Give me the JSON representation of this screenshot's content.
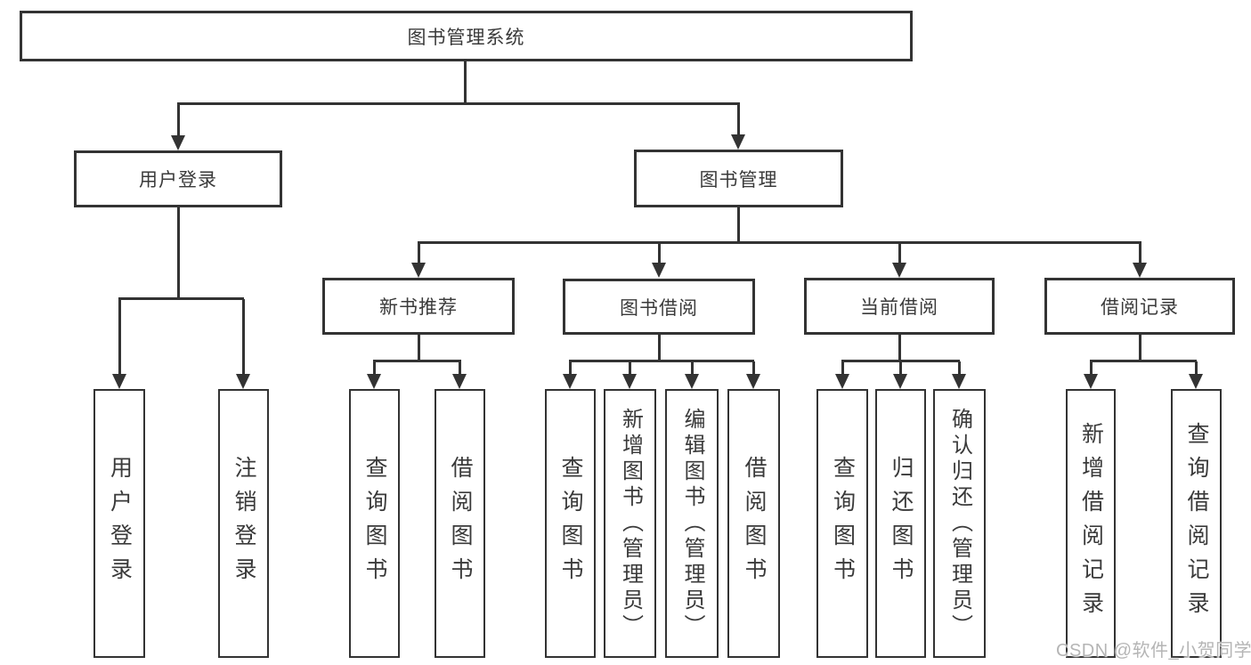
{
  "diagram": {
    "root": {
      "label": "图书管理系统"
    },
    "level2": [
      {
        "id": "user-login",
        "label": "用户登录"
      },
      {
        "id": "book-management",
        "label": "图书管理"
      }
    ],
    "level3": [
      {
        "id": "new-book-recommend",
        "label": "新书推荐"
      },
      {
        "id": "book-borrow",
        "label": "图书借阅"
      },
      {
        "id": "current-borrow",
        "label": "当前借阅"
      },
      {
        "id": "borrow-records",
        "label": "借阅记录"
      }
    ],
    "leaves": [
      {
        "label": "用户登录"
      },
      {
        "label": "注销登录"
      },
      {
        "label": "查询图书"
      },
      {
        "label": "借阅图书"
      },
      {
        "label": "查询图书"
      },
      {
        "label": "新增图书（管理员）"
      },
      {
        "label": "编辑图书（管理员）"
      },
      {
        "label": "借阅图书"
      },
      {
        "label": "查询图书"
      },
      {
        "label": "归还图书"
      },
      {
        "label": "确认归还（管理员）"
      },
      {
        "label": "新增借阅记录"
      },
      {
        "label": "查询借阅记录"
      }
    ],
    "watermark": "CSDN @软件_小贺同学",
    "colors": {
      "line": "#333333",
      "text": "#3a3a3a",
      "watermark": "#b5b5b5",
      "background": "#ffffff"
    }
  }
}
